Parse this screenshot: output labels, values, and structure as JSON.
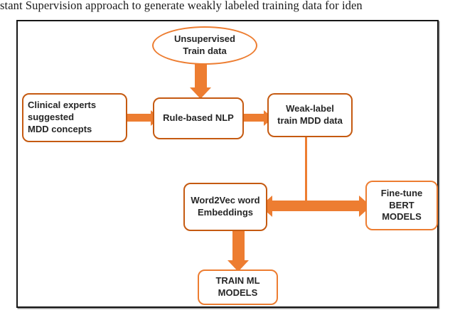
{
  "caption": "stant Supervision approach to generate weakly labeled training data for iden",
  "figure": {
    "title": "weak-supervision-pipeline-flowchart",
    "colors": {
      "arrow": "#ED7D31",
      "box_border_dark": "#C55A11",
      "box_border_bright": "#ED7D31",
      "frame": "#161616",
      "background": "#FFFFFF",
      "text": "#262626"
    },
    "nodes": [
      {
        "id": "unsupervised-train-data",
        "shape": "ellipse",
        "lines": [
          "Unsupervised",
          "Train data"
        ],
        "align": "center"
      },
      {
        "id": "clinical-experts",
        "shape": "rounded-rect",
        "lines": [
          "Clinical experts",
          "suggested",
          "MDD concepts"
        ],
        "align": "left"
      },
      {
        "id": "rule-based-nlp",
        "shape": "rounded-rect",
        "lines": [
          "Rule-based NLP"
        ],
        "align": "center"
      },
      {
        "id": "weak-label-train-data",
        "shape": "rounded-rect",
        "lines": [
          "Weak-label",
          "train MDD data"
        ],
        "align": "center"
      },
      {
        "id": "word2vec-embeddings",
        "shape": "rounded-rect",
        "lines": [
          "Word2Vec word",
          "Embeddings"
        ],
        "align": "center"
      },
      {
        "id": "fine-tune-bert",
        "shape": "rounded-rect",
        "lines": [
          "Fine-tune",
          "BERT MODELS"
        ],
        "align": "center"
      },
      {
        "id": "train-ml-models",
        "shape": "rounded-rect",
        "lines": [
          "TRAIN ML",
          "MODELS"
        ],
        "align": "center"
      }
    ],
    "edges": [
      {
        "id": "edge-unsup-to-nlp",
        "from": "unsupervised-train-data",
        "to": "rule-based-nlp",
        "direction": "down"
      },
      {
        "id": "edge-experts-to-nlp",
        "from": "clinical-experts",
        "to": "rule-based-nlp",
        "direction": "right"
      },
      {
        "id": "edge-nlp-to-weak",
        "from": "rule-based-nlp",
        "to": "weak-label-train-data",
        "direction": "right"
      },
      {
        "id": "edge-weak-to-bus",
        "from": "weak-label-train-data",
        "to": "bus",
        "direction": "down"
      },
      {
        "id": "edge-bus-bidirectional",
        "from": "word2vec-embeddings",
        "to": "fine-tune-bert",
        "direction": "both"
      },
      {
        "id": "edge-word2vec-to-train",
        "from": "word2vec-embeddings",
        "to": "train-ml-models",
        "direction": "down"
      }
    ]
  }
}
